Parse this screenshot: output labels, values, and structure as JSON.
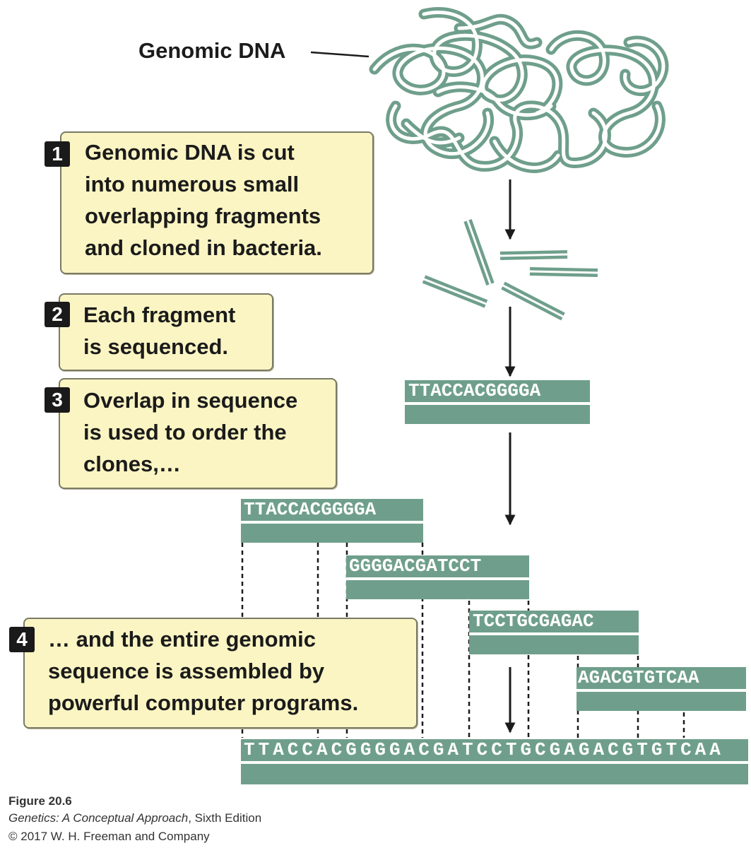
{
  "genomic_label": "Genomic DNA",
  "steps": [
    {
      "num": "1",
      "text": "Genomic DNA is cut\ninto numerous small\noverlapping fragments\nand cloned in bacteria."
    },
    {
      "num": "2",
      "text": "Each fragment\nis sequenced."
    },
    {
      "num": "3",
      "text": "Overlap in sequence\nis used to order the\nclones,…"
    },
    {
      "num": "4",
      "text": "… and the entire genomic\nsequence is assembled by\npowerful computer programs."
    }
  ],
  "sequences": {
    "single": "TTACCACGGGGA",
    "fragment_1": "TTACCACGGGGA",
    "fragment_2": "GGGGACGATCCT",
    "fragment_3": "TCCTGCGAGAC",
    "fragment_4": "AGACGTGTCAA",
    "assembled": "TTACCACGGGGACGATCCTGCGAGACGTGTCAA"
  },
  "caption": {
    "figure": "Figure 20.6",
    "book_title": "Genetics: A Conceptual Approach",
    "edition": ", Sixth Edition",
    "copyright": "© 2017 W. H. Freeman and Company"
  },
  "colors": {
    "dna": "#6f9f8c",
    "box_fill": "#fbf5c3",
    "box_border": "#7a7a66",
    "number_badge": "#1a1a1a"
  }
}
